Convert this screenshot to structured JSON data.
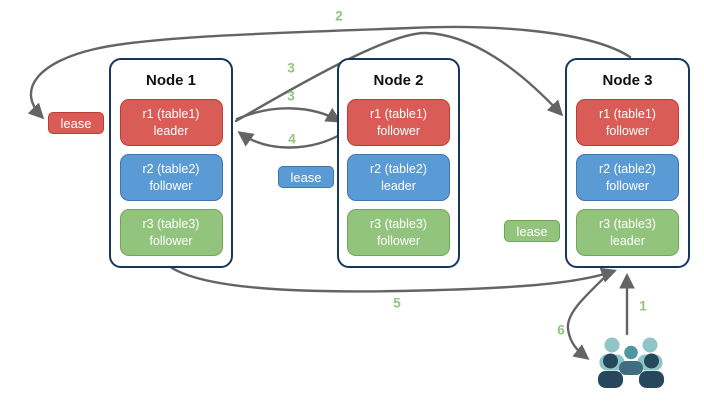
{
  "diagram_type": "distributed-database-replication-diagram",
  "nodes": [
    {
      "title": "Node 1",
      "replicas": [
        {
          "id": "r1 (table1)",
          "role": "leader",
          "color": "red"
        },
        {
          "id": "r2 (table2)",
          "role": "follower",
          "color": "blue"
        },
        {
          "id": "r3 (table3)",
          "role": "follower",
          "color": "green"
        }
      ]
    },
    {
      "title": "Node 2",
      "replicas": [
        {
          "id": "r1 (table1)",
          "role": "follower",
          "color": "red"
        },
        {
          "id": "r2 (table2)",
          "role": "leader",
          "color": "blue"
        },
        {
          "id": "r3 (table3)",
          "role": "follower",
          "color": "green"
        }
      ]
    },
    {
      "title": "Node 3",
      "replicas": [
        {
          "id": "r1 (table1)",
          "role": "follower",
          "color": "red"
        },
        {
          "id": "r2 (table2)",
          "role": "follower",
          "color": "blue"
        },
        {
          "id": "r3 (table3)",
          "role": "leader",
          "color": "green"
        }
      ]
    }
  ],
  "leases": [
    {
      "label": "lease",
      "color": "red"
    },
    {
      "label": "lease",
      "color": "blue"
    },
    {
      "label": "lease",
      "color": "green"
    }
  ],
  "steps": {
    "s1": "1",
    "s2": "2",
    "s3_to_node2": "3",
    "s3_to_node3": "3",
    "s4": "4",
    "s5": "5",
    "s6": "6"
  },
  "icons": {
    "users": "users-group-icon"
  },
  "colors": {
    "replica_red_fill": "#d95c57",
    "replica_red_border": "#bd3d36",
    "replica_blue_fill": "#5b9bd5",
    "replica_blue_border": "#4175ad",
    "replica_green_fill": "#93c47d",
    "replica_green_border": "#71a655",
    "node_border": "#16365d",
    "arrow": "#646464",
    "step_label": "#93c47d",
    "users_back": "#8fc5c4",
    "users_mid_head": "#4f96a3",
    "users_mid_body": "#3f6e80",
    "users_front": "#27485c"
  }
}
